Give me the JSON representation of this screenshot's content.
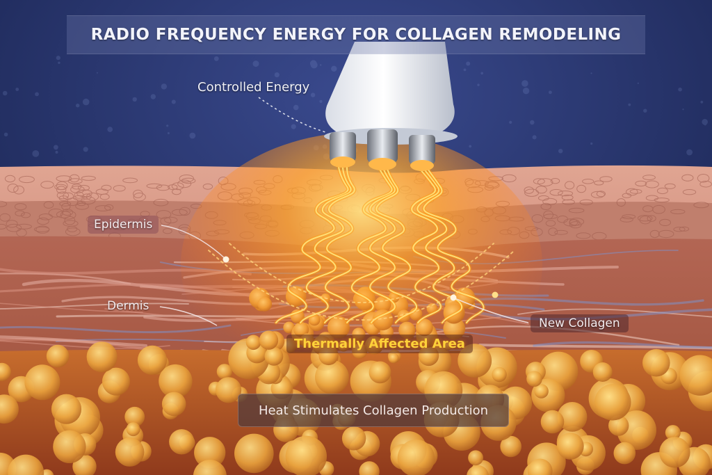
{
  "title": "RADIO FREQUENCY ENERGY FOR COLLAGEN REMODELING",
  "labels": {
    "controlled_energy": "Controlled Energy",
    "epidermis": "Epidermis",
    "dermis": "Dermis",
    "new_collagen": "New Collagen",
    "thermal_area": "Thermally Affected Area",
    "heat_box": "Heat Stimulates Collagen Production"
  },
  "icons": [
    "rf-handpiece-icon",
    "electrode-icon"
  ],
  "colors": {
    "sky": "#1e2a63",
    "skin": "#c9806f",
    "fat": "#e0a03a",
    "energy": "#ffb020",
    "thermal_text": "#ffd23a",
    "label_text": "#f4ecef"
  }
}
